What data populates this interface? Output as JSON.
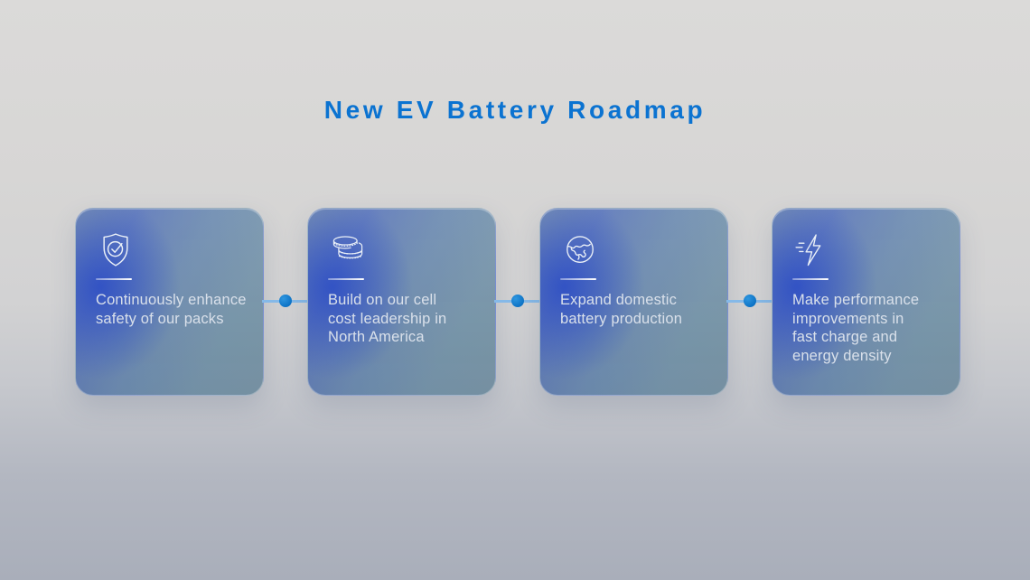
{
  "title": "New EV Battery Roadmap",
  "colors": {
    "title_blue": "#0b73d1",
    "background_top": "#dbdad9",
    "background_bottom": "#a9aeba",
    "card_glow_blue": "#284ac6",
    "card_slate": "#7b96a7",
    "card_text": "#d9e0ea",
    "connector_line": "#85b9e8",
    "connector_dot": "#0d73c6",
    "icon_stroke": "#eaf0f7"
  },
  "cards": [
    {
      "icon": "shield-check-icon",
      "text": "Continuously enhance\nsafety of our packs"
    },
    {
      "icon": "coins-icon",
      "text": "Build on our cell\ncost leadership in\nNorth America"
    },
    {
      "icon": "globe-icon",
      "text": "Expand domestic\nbattery production"
    },
    {
      "icon": "lightning-bolt-icon",
      "text": "Make performance\nimprovements in\nfast charge and\nenergy density"
    }
  ]
}
